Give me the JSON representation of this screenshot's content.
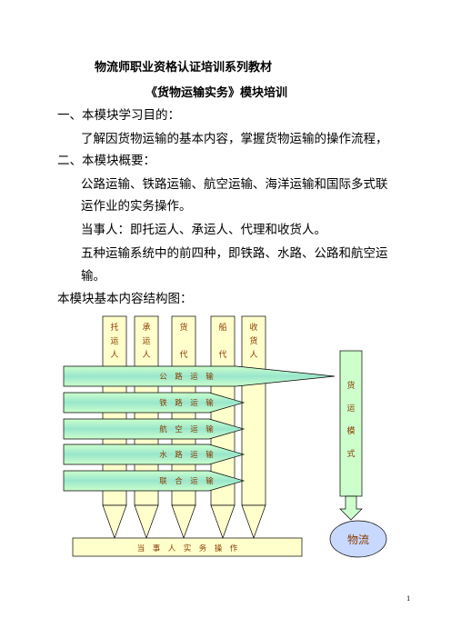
{
  "doc": {
    "title1": "物流师职业资格认证培训系列教材",
    "title2": "《货物运输实务》模块培训",
    "section1_heading": "一、本模块学习目的：",
    "section1_text": "了解因货物运输的基本内容，掌握货物运输的操作流程，",
    "section2_heading": "二、本模块概要：",
    "para1_line1": "公路运输、铁路运输、航空运输、海洋运输和国际多式联",
    "para1_line2": "运作业的实务操作。",
    "para2": "当事人：即托运人、承运人、代理和收货人。",
    "para3_line1": "五种运输系统中的前四种，即铁路、水路、公路和航空运",
    "para3_line2": "输。",
    "diagram_caption": "本模块基本内容结构图：",
    "page_number": "1"
  },
  "diagram": {
    "parties": [
      [
        "托",
        "运",
        "人"
      ],
      [
        "承",
        "运",
        "人"
      ],
      [
        "货",
        "",
        "代"
      ],
      [
        "船",
        "",
        "代"
      ],
      [
        "收",
        "货",
        "人"
      ]
    ],
    "transport_modes": [
      "公　路　运　输",
      "铁　路　运　输",
      "航　空　运　输",
      "水　路　运　输",
      "联　合　运　输"
    ],
    "mode_panel": [
      "货",
      "运",
      "模",
      "式"
    ],
    "operations_bar": "当　事　人　实　务　操　作",
    "logistics_label": "物流",
    "colors": {
      "party_fill": "#ffffcc",
      "arrow_fill": "#ccffcc",
      "arrow_grad": "#99e6cc",
      "panel_fill": "#ccffcc",
      "bar_fill": "#ffffcc",
      "oval_fill": "#c8d8ff",
      "text": "#8b3a00"
    }
  }
}
